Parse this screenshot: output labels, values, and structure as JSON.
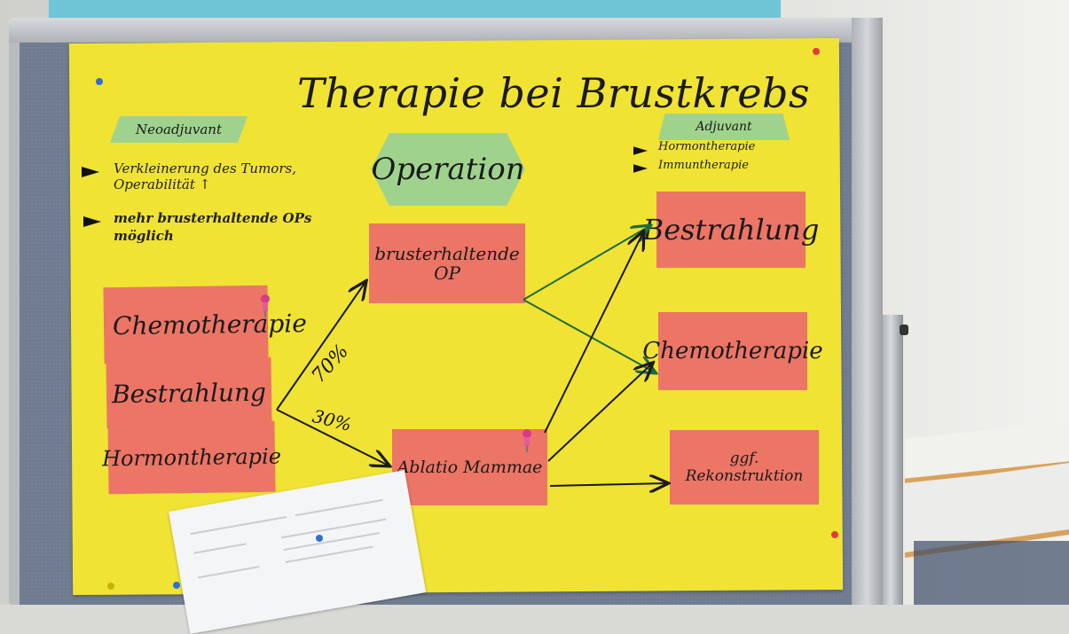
{
  "poster": {
    "title": "Therapie bei Brustkrebs",
    "tags": {
      "neoadjuvant": "Neoadjuvant",
      "adjuvant": "Adjuvant",
      "operation": "Operation"
    },
    "neoadjuvant_notes": [
      "Verkleinerung des Tumors,",
      "Operabilität ↑",
      "mehr brusterhaltende OPs",
      "möglich"
    ],
    "adjuvant_notes": [
      "Hormontherapie",
      "Immuntherapie"
    ],
    "left_cards": [
      "Chemotherapie",
      "Bestrahlung",
      "Hormontherapie"
    ],
    "operation_cards": [
      "brusterhaltende OP",
      "Ablatio Mammae"
    ],
    "right_cards": [
      "Bestrahlung",
      "Chemotherapie",
      "ggf. Rekonstruktion"
    ],
    "percentages": {
      "upper": "70%",
      "lower": "30%"
    }
  },
  "colors": {
    "poster_yellow": "#f0e334",
    "card_salmon": "#ec7566",
    "tag_green": "#9fd38d",
    "board_grey": "#6f7c90",
    "arrow_dark": "#1a1a1a",
    "arrow_green": "#1e6b3a"
  }
}
